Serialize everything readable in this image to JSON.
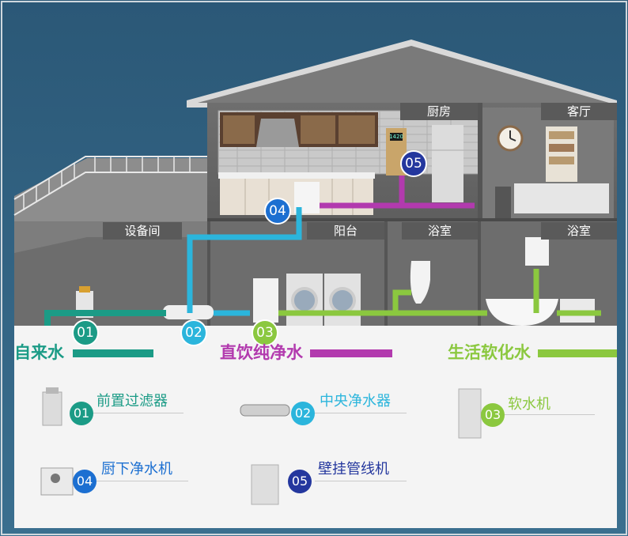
{
  "rooms": {
    "kitchen": "厨房",
    "living_room": "客厅",
    "equipment_room": "设备间",
    "balcony": "阳台",
    "bathroom_1": "浴室",
    "bathroom_2": "浴室"
  },
  "markers": {
    "m01": "01",
    "m02": "02",
    "m03": "03",
    "m04": "04",
    "m05": "05"
  },
  "legend": {
    "tap_water": {
      "label": "自来水",
      "color": "#1b9b86"
    },
    "drinking_water": {
      "label": "直饮纯净水",
      "color": "#b23aae"
    },
    "softened_water": {
      "label": "生活软化水",
      "color": "#8bc83f"
    }
  },
  "products": [
    {
      "num": "01",
      "label": "前置过滤器",
      "color": "#1b9b86"
    },
    {
      "num": "02",
      "label": "中央净水器",
      "color": "#2bb5dc"
    },
    {
      "num": "03",
      "label": "软水机",
      "color": "#8bc83f"
    },
    {
      "num": "04",
      "label": "厨下净水机",
      "color": "#1c6fd1"
    },
    {
      "num": "05",
      "label": "壁挂管线机",
      "color": "#24379e"
    }
  ],
  "wall_panel_display": "1420"
}
